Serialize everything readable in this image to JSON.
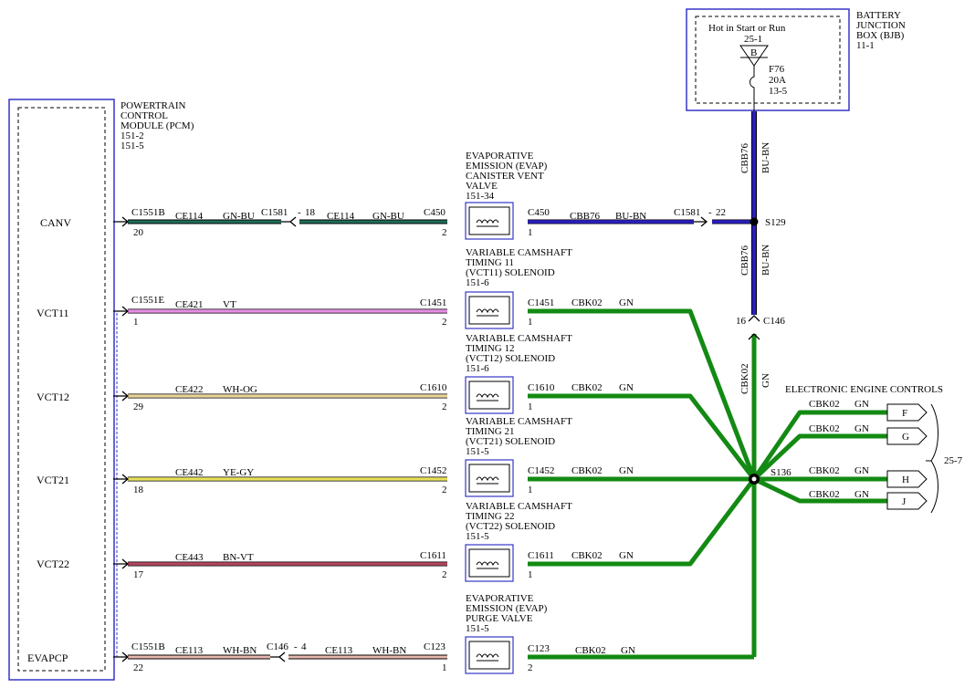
{
  "bjb": {
    "title_lines": [
      "BATTERY",
      "JUNCTION",
      "BOX (BJB)",
      "11-1"
    ],
    "hot_label": "Hot in Start or Run",
    "bus_ref": "25-1",
    "bus_letter": "B",
    "fuse_lines": [
      "F76",
      "20A",
      "13-5"
    ]
  },
  "pcm": {
    "title_lines": [
      "POWERTRAIN",
      "CONTROL",
      "MODULE (PCM)",
      "151-2",
      "151-5"
    ],
    "signals": [
      "CANV",
      "VCT11",
      "VCT12",
      "VCT21",
      "VCT22",
      "EVAPCP"
    ]
  },
  "components": [
    {
      "label_lines": [
        "EVAPORATIVE",
        "EMISSION (EVAP)",
        "CANISTER VENT",
        "VALVE",
        "151-34"
      ]
    },
    {
      "label_lines": [
        "VARIABLE CAMSHAFT",
        "TIMING 11",
        "(VCT11) SOLENOID",
        "151-6"
      ]
    },
    {
      "label_lines": [
        "VARIABLE CAMSHAFT",
        "TIMING 12",
        "(VCT12) SOLENOID",
        "151-6"
      ]
    },
    {
      "label_lines": [
        "VARIABLE CAMSHAFT",
        "TIMING 21",
        "(VCT21) SOLENOID",
        "151-5"
      ]
    },
    {
      "label_lines": [
        "VARIABLE CAMSHAFT",
        "TIMING 22",
        "(VCT22) SOLENOID",
        "151-5"
      ]
    },
    {
      "label_lines": [
        "EVAPORATIVE",
        "EMISSION (EVAP)",
        "PURGE VALVE",
        "151-5"
      ]
    }
  ],
  "left_wires": [
    {
      "pcm_conn": "C1551B",
      "pcm_pin": "20",
      "circuit": "CE114",
      "color_code": "GN-BU",
      "inline": "C1581",
      "inline_pin": "18",
      "circuit2": "CE114",
      "color_code2": "GN-BU",
      "comp_conn": "C450",
      "comp_pin": "2"
    },
    {
      "pcm_conn": "C1551E",
      "pcm_pin": "1",
      "circuit": "CE421",
      "color_code": "VT",
      "comp_conn": "C1451",
      "comp_pin": "2"
    },
    {
      "pcm_conn": "",
      "pcm_pin": "29",
      "circuit": "CE422",
      "color_code": "WH-OG",
      "comp_conn": "C1610",
      "comp_pin": "2"
    },
    {
      "pcm_conn": "",
      "pcm_pin": "18",
      "circuit": "CE442",
      "color_code": "YE-GY",
      "comp_conn": "C1452",
      "comp_pin": "2"
    },
    {
      "pcm_conn": "",
      "pcm_pin": "17",
      "circuit": "CE443",
      "color_code": "BN-VT",
      "comp_conn": "C1611",
      "comp_pin": "2"
    },
    {
      "pcm_conn": "C1551B",
      "pcm_pin": "22",
      "circuit": "CE113",
      "color_code": "WH-BN",
      "inline": "C146",
      "inline_pin": "4",
      "circuit2": "CE113",
      "color_code2": "WH-BN",
      "comp_conn": "C123",
      "comp_pin": "1"
    }
  ],
  "right_wires": [
    {
      "comp_conn": "C450",
      "comp_pin": "1",
      "circuit": "CBB76",
      "color_code": "BU-BN",
      "inline": "C1581",
      "inline_pin": "22"
    },
    {
      "comp_conn": "C1451",
      "comp_pin": "1",
      "circuit": "CBK02",
      "color_code": "GN"
    },
    {
      "comp_conn": "C1610",
      "comp_pin": "1",
      "circuit": "CBK02",
      "color_code": "GN"
    },
    {
      "comp_conn": "C1452",
      "comp_pin": "1",
      "circuit": "CBK02",
      "color_code": "GN"
    },
    {
      "comp_conn": "C1611",
      "comp_pin": "1",
      "circuit": "CBK02",
      "color_code": "GN"
    },
    {
      "comp_conn": "C123",
      "comp_pin": "2",
      "circuit": "CBK02",
      "color_code": "GN"
    }
  ],
  "vertical": {
    "top_circuit": "CBB76",
    "top_color": "BU-BN",
    "mid_circuit": "CBB76",
    "mid_color": "BU-BN",
    "low_circuit": "CBK02",
    "low_color": "GN",
    "splice_top": "S129",
    "splice_bottom": "S136",
    "connector": "C146",
    "connector_pin": "16"
  },
  "eec": {
    "title": "ELECTRONIC ENGINE CONTROLS",
    "ref": "25-7",
    "outputs": [
      {
        "circuit": "CBK02",
        "color_code": "GN",
        "letter": "F"
      },
      {
        "circuit": "CBK02",
        "color_code": "GN",
        "letter": "G"
      },
      {
        "circuit": "CBK02",
        "color_code": "GN",
        "letter": "H"
      },
      {
        "circuit": "CBK02",
        "color_code": "GN",
        "letter": "J"
      }
    ]
  },
  "wire_colors": {
    "gn_bu": "#1f6f5a",
    "vt": "#e58ee5",
    "wh_og": "#e8d29a",
    "ye_gy": "#e6e05a",
    "bn_vt": "#b0455e",
    "wh_bn": "#e8b8b0",
    "bu_bn": "#2b1fbf",
    "gn": "#138a13",
    "box": "#3535c8"
  }
}
